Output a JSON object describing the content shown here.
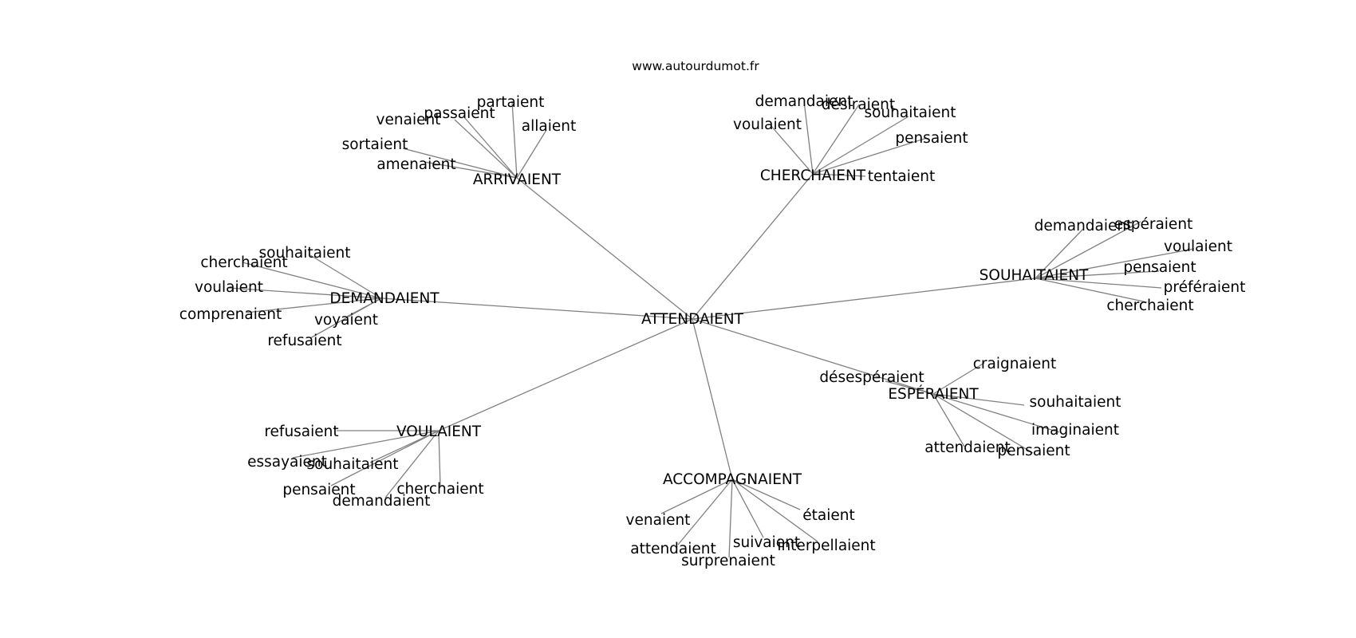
{
  "credit": "www.autourdumot.fr",
  "edge_color": "#808080",
  "text_color": "#000000",
  "background": "#ffffff",
  "center": "ATTENDAIENT",
  "clusters": [
    {
      "label": "ARRIVAIENT",
      "words": [
        "venaient",
        "passaient",
        "partaient",
        "allaient",
        "sortaient",
        "amenaient"
      ]
    },
    {
      "label": "CHERCHAIENT",
      "words": [
        "demandaient",
        "désiraient",
        "voulaient",
        "souhaitaient",
        "pensaient",
        "tentaient"
      ]
    },
    {
      "label": "DEMANDAIENT",
      "words": [
        "souhaitaient",
        "cherchaient",
        "voulaient",
        "comprenaient",
        "voyaient",
        "refusaient"
      ]
    },
    {
      "label": "SOUHAITAIENT",
      "words": [
        "demandaient",
        "espéraient",
        "voulaient",
        "pensaient",
        "préféraient",
        "cherchaient"
      ]
    },
    {
      "label": "ESPÉRAIENT",
      "words": [
        "craignaient",
        "désespéraient",
        "souhaitaient",
        "imaginaient",
        "attendaient",
        "pensaient"
      ]
    },
    {
      "label": "VOULAIENT",
      "words": [
        "refusaient",
        "essayaient",
        "souhaitaient",
        "pensaient",
        "cherchaient",
        "demandaient"
      ]
    },
    {
      "label": "ACCOMPAGNAIENT",
      "words": [
        "étaient",
        "venaient",
        "suivaient",
        "interpellaient",
        "attendaient",
        "surprenaient"
      ]
    }
  ]
}
